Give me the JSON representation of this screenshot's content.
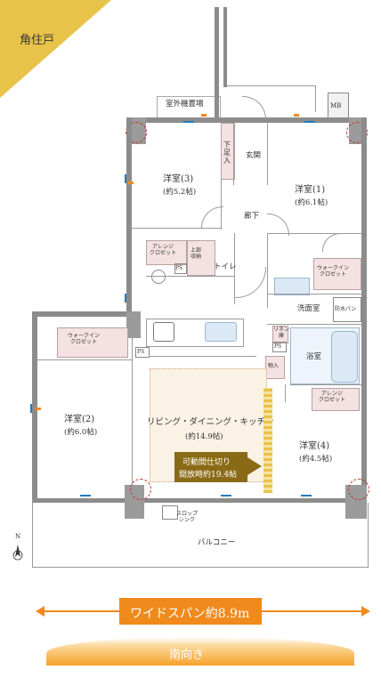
{
  "corner_unit_label": "角住戸",
  "rooms": {
    "outdoor_unit": "室外機置場",
    "mb": "MB",
    "entrance": "玄関",
    "shoe_storage": "下足入",
    "western3_name": "洋室(3)",
    "western3_size": "(約5.2帖)",
    "western1_name": "洋室(1)",
    "western1_size": "(約6.1帖)",
    "hallway": "廊下",
    "arrange_closet_a": "アレンジ\nクロゼット",
    "upper_closet": "上部\n収納",
    "ps": "PS",
    "toilet": "トイレ",
    "walkin_closet_1": "ウォークイン\nクロゼット",
    "washroom": "洗面室",
    "waterproof_pan": "防水パン",
    "laundry": "リネン\n庫",
    "bathroom": "浴室",
    "storage": "物入",
    "walkin_closet_2": "ウォークイン\nクロゼット",
    "western2_name": "洋室(2)",
    "western2_size": "(約6.0帖)",
    "ldk_name": "リビング・ダイニング・キッチン",
    "ldk_size": "(約14.9帖)",
    "movable_partition_line1": "可動間仕切り",
    "movable_partition_line2": "開放時約19.4帖",
    "arrange_closet_b": "アレンジ\nクロゼット",
    "western4_name": "洋室(4)",
    "western4_size": "(約4.5帖)",
    "slop_sink": "スロップ\nシンク",
    "balcony": "バルコニー",
    "compass": "N"
  },
  "wide_span_label": "ワイドスパン約8.9m",
  "south_label": "南向き",
  "colors": {
    "corner_badge": "#e8c34a",
    "partition_badge": "#8a6a16",
    "span_orange": "#f08a1c",
    "south_gradient_start": "#f7a12a",
    "window_blue": "#1e7cc1"
  }
}
